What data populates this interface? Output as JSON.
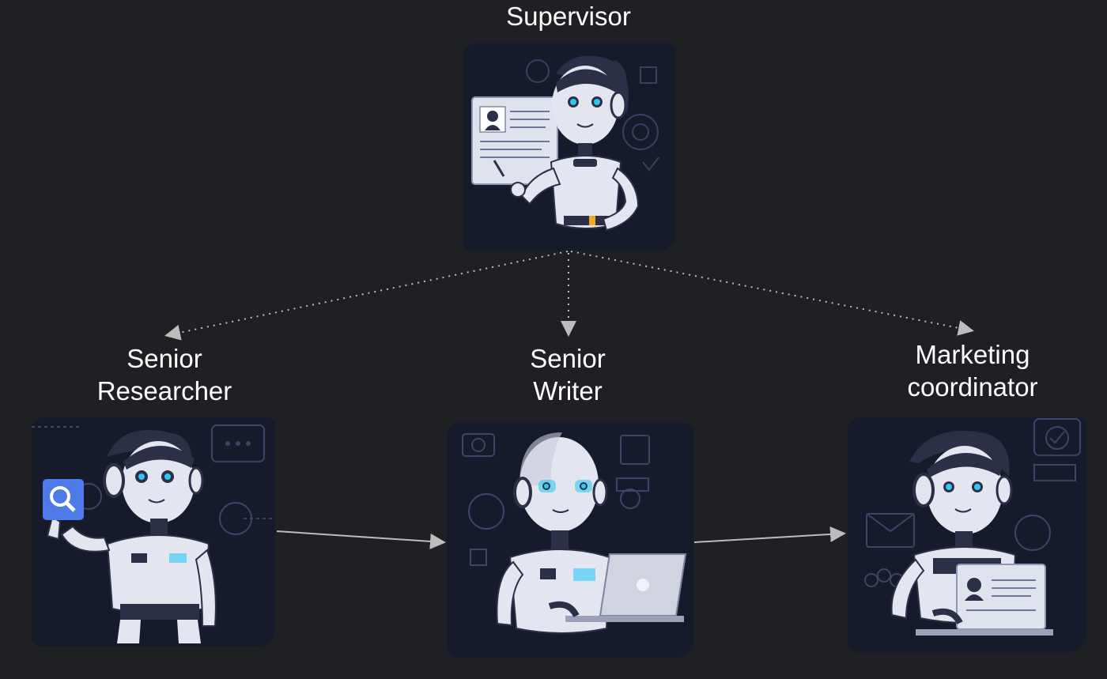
{
  "supervisor": {
    "label": "Supervisor"
  },
  "researcher": {
    "line1": "Senior",
    "line2": "Researcher"
  },
  "writer": {
    "line1": "Senior",
    "line2": "Writer"
  },
  "marketing": {
    "line1": "Marketing",
    "line2": "coordinator"
  },
  "colors": {
    "background": "#1f2023",
    "card": "#161b2b",
    "robot_body": "#e4e6ef",
    "robot_dark": "#2b3047",
    "eye": "#2ec8f5",
    "connector": "#bdbdbd"
  }
}
